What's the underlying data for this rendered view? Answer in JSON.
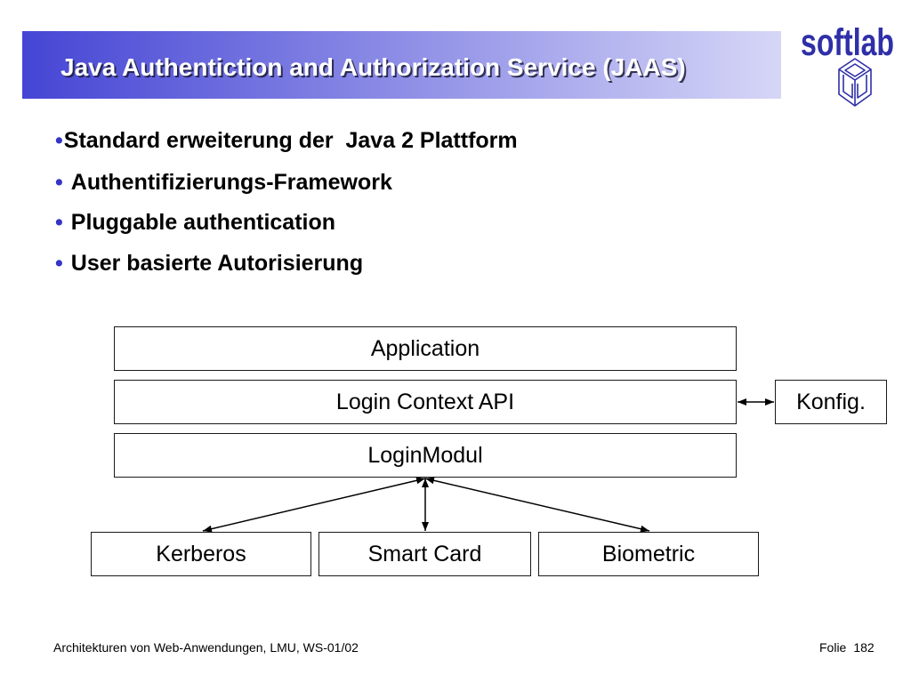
{
  "slide": {
    "title": "Java Authentiction and Authorization Service (JAAS)",
    "title_bar": {
      "gradient_start": "#4545d5",
      "gradient_end": "#d6d6f7"
    },
    "title_color": "#ffffff"
  },
  "logo": {
    "wordmark": "softlab",
    "icon": "cube-icon",
    "color": "#2f2fa8"
  },
  "bullets": {
    "marker": "•",
    "marker_color": "#3434c6",
    "items": [
      "Standard erweiterung der  Java 2 Plattform",
      "Authentifizierungs-Framework",
      "Pluggable authentication",
      "User basierte Autorisierung"
    ]
  },
  "diagram": {
    "application": "Application",
    "login_context_api": "Login Context API",
    "login_modul": "LoginModul",
    "config": "Konfig.",
    "modules": [
      "Kerberos",
      "Smart Card",
      "Biometric"
    ]
  },
  "footer": {
    "course": "Architekturen von Web-Anwendungen, LMU, WS-01/02",
    "slide_label": "Folie",
    "slide_number": "182"
  }
}
